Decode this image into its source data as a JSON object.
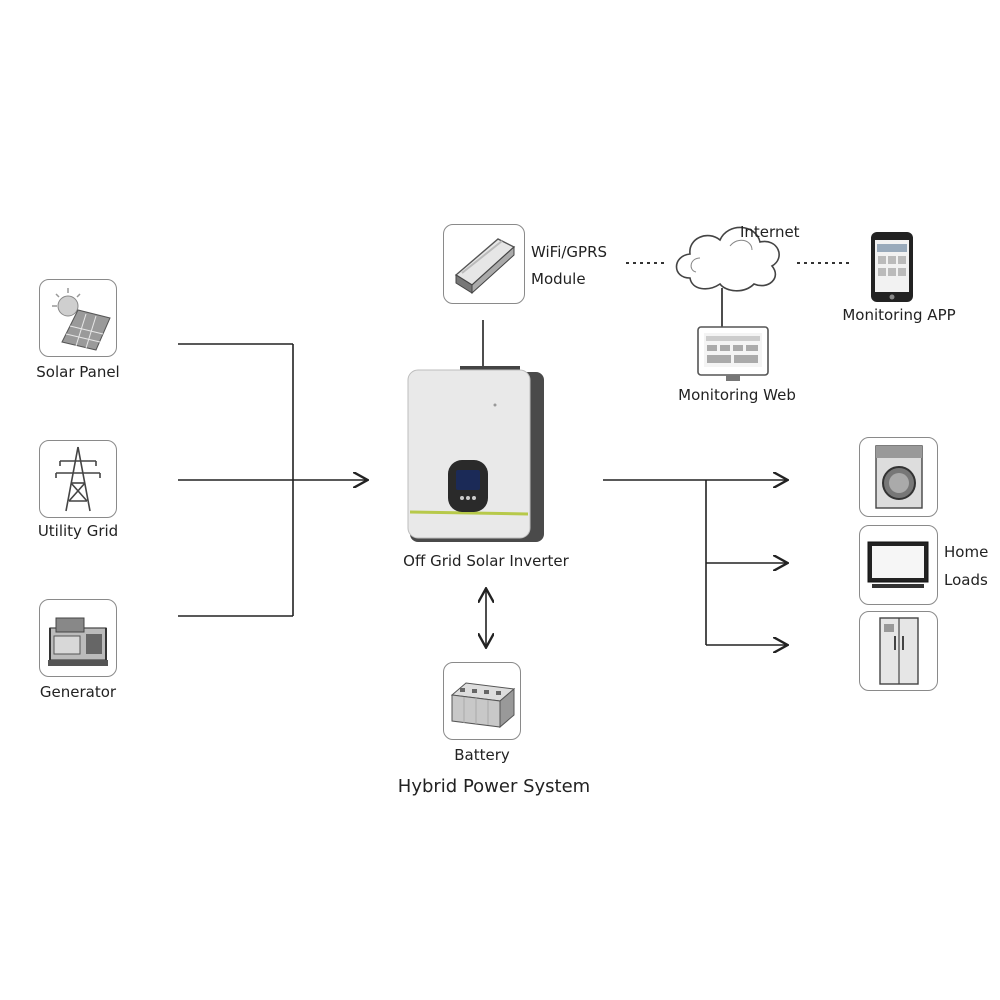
{
  "sources": {
    "solar_panel": "Solar Panel",
    "utility_grid": "Utility Grid",
    "generator": "Generator"
  },
  "inverter": {
    "label": "Off Grid Solar Inverter"
  },
  "wifi_module": {
    "line1": "WiFi/GPRS",
    "line2": "Module"
  },
  "internet": {
    "label": "Internet"
  },
  "monitoring_app": {
    "label": "Monitoring APP"
  },
  "monitoring_web": {
    "label": "Monitoring Web"
  },
  "battery": {
    "label": "Battery"
  },
  "home_loads": {
    "line1": "Home",
    "line2": "Loads"
  },
  "title": "Hybrid Power System",
  "colors": {
    "line": "#222222",
    "box_border": "#8a8a8a",
    "inverter_body": "#e9e9e9",
    "inverter_side": "#4a4a4a",
    "accent_stripe": "#b7c94a",
    "screen": "#1b2a57"
  }
}
